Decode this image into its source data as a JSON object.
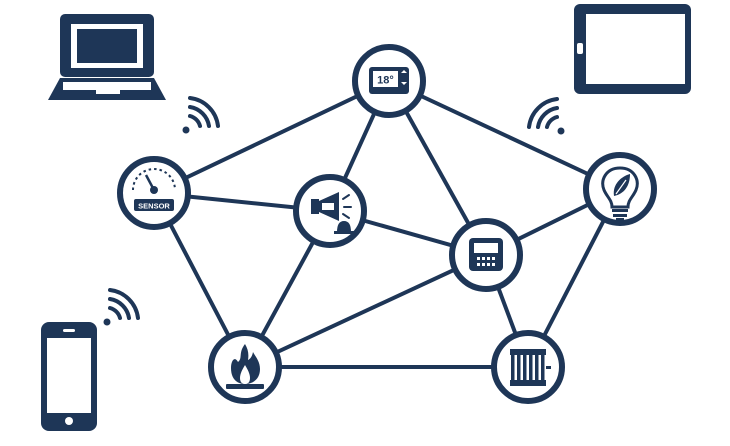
{
  "diagram": {
    "colors": {
      "primary": "#1e3657",
      "background": "#ffffff"
    },
    "nodes": [
      {
        "id": "thermostat",
        "icon": "thermostat-icon",
        "label": "18°"
      },
      {
        "id": "sensor",
        "icon": "gauge-sensor-icon",
        "label": "SENSOR"
      },
      {
        "id": "siren",
        "icon": "siren-speaker-icon"
      },
      {
        "id": "control-panel",
        "icon": "keypad-control-icon"
      },
      {
        "id": "smart-bulb",
        "icon": "leaf-lightbulb-icon"
      },
      {
        "id": "fire",
        "icon": "fire-alarm-icon"
      },
      {
        "id": "radiator",
        "icon": "radiator-icon"
      }
    ],
    "links": [
      [
        "thermostat",
        "sensor"
      ],
      [
        "thermostat",
        "siren"
      ],
      [
        "thermostat",
        "control-panel"
      ],
      [
        "thermostat",
        "smart-bulb"
      ],
      [
        "sensor",
        "siren"
      ],
      [
        "sensor",
        "fire"
      ],
      [
        "siren",
        "control-panel"
      ],
      [
        "siren",
        "fire"
      ],
      [
        "control-panel",
        "fire"
      ],
      [
        "control-panel",
        "smart-bulb"
      ],
      [
        "control-panel",
        "radiator"
      ],
      [
        "fire",
        "radiator"
      ],
      [
        "smart-bulb",
        "radiator"
      ]
    ],
    "devices": [
      {
        "id": "laptop",
        "icon": "laptop-icon"
      },
      {
        "id": "tablet",
        "icon": "tablet-icon"
      },
      {
        "id": "smartphone",
        "icon": "smartphone-icon"
      }
    ],
    "signals": [
      {
        "id": "wifi-laptop",
        "icon": "wifi-signal-icon"
      },
      {
        "id": "wifi-tablet",
        "icon": "wifi-signal-icon"
      },
      {
        "id": "wifi-phone",
        "icon": "wifi-signal-icon"
      }
    ]
  }
}
